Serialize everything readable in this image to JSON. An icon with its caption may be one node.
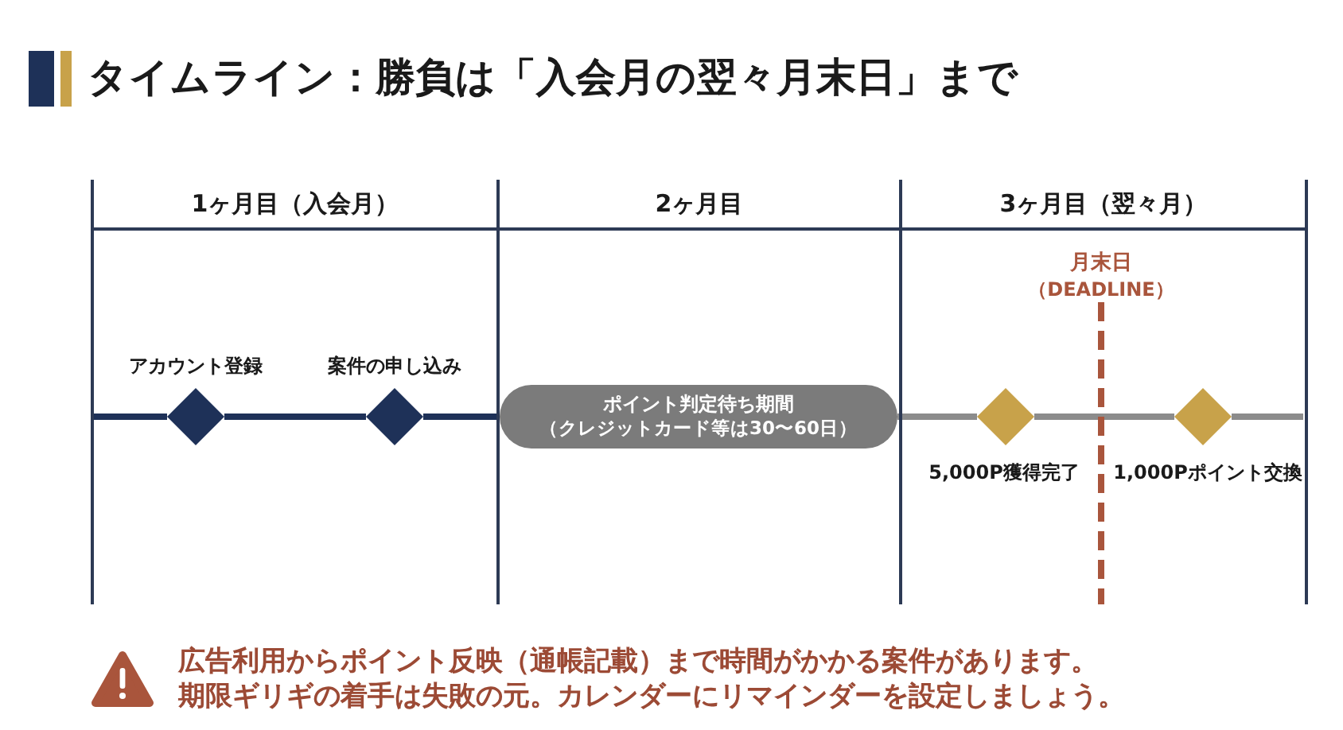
{
  "diagram": {
    "title": "タイムライン：勝負は「入会月の翌々月末日」まで",
    "nodes": [
      {
        "text": [
          "1ヶ月目（入会月）"
        ]
      },
      {
        "text": [
          "2ヶ月目"
        ]
      },
      {
        "text": [
          "3ヶ月目（翌々月）"
        ]
      },
      {
        "text": [
          "アカウント登録"
        ],
        "in": 0
      },
      {
        "text": [
          "案件の申し込み"
        ],
        "in": 0
      },
      {
        "text": [
          "ポイント判定待ち期間",
          "（クレジットカード等は30〜60日）"
        ],
        "in": 1
      },
      {
        "text": [
          "月末日",
          "（DEADLINE）"
        ],
        "in": 2
      },
      {
        "text": [
          "5,000P獲得完了"
        ],
        "in": 2
      },
      {
        "text": [
          "1,000Pポイント交換"
        ],
        "in": 2
      }
    ],
    "edges": [
      {
        "from": null,
        "to": 3,
        "arrow": "none",
        "color": "#1e3158"
      },
      {
        "from": 3,
        "to": 4,
        "arrow": "none",
        "color": "#1e3158"
      },
      {
        "from": 4,
        "to": 5,
        "arrow": "none",
        "color": "#1e3158"
      },
      {
        "from": 5,
        "to": 7,
        "arrow": "none",
        "color": "#8c8c8c"
      },
      {
        "from": 7,
        "to": 8,
        "arrow": "none",
        "color": "#8c8c8c"
      },
      {
        "from": 8,
        "to": null,
        "arrow": "none",
        "color": "#8c8c8c"
      },
      {
        "from": 6,
        "to": null,
        "arrow": "none",
        "style": "dashed",
        "color": "#a9553c"
      }
    ],
    "labels": [
      "広告利用からポイント反映（通帳記載）まで時間がかかる案件があります。",
      "期限ギリギの着手は失敗の元。カレンダーにリマインダーを設定しましょう。"
    ]
  }
}
